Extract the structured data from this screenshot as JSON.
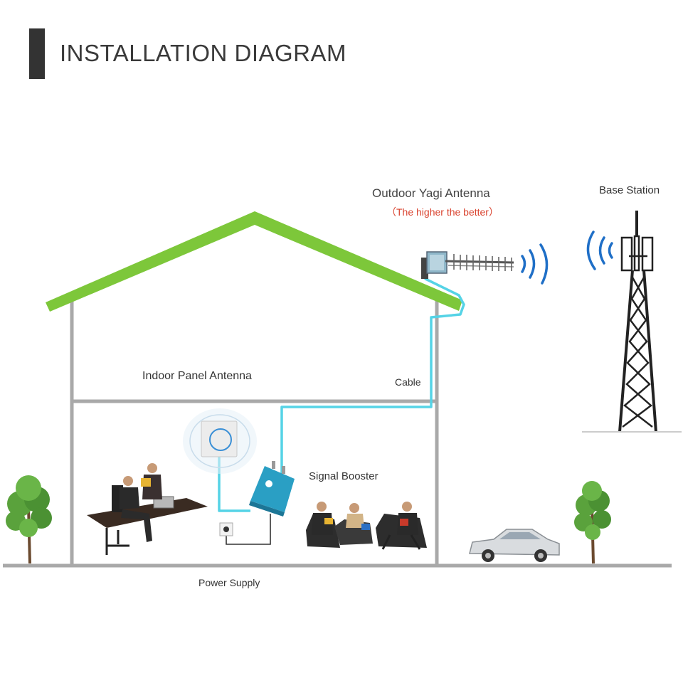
{
  "header": {
    "title": "INSTALLATION DIAGRAM"
  },
  "labels": {
    "outdoor_antenna": "Outdoor Yagi Antenna",
    "outdoor_antenna_note": "（The higher the better）",
    "base_station": "Base Station",
    "indoor_antenna": "Indoor Panel Antenna",
    "cable": "Cable",
    "signal_booster": "Signal Booster",
    "power_supply": "Power Supply"
  },
  "colors": {
    "roof": "#7dc73a",
    "walls": "#a9a9a9",
    "cable": "#55d3e6",
    "signal_waves": "#1f6fc7",
    "booster": "#2a9fc4",
    "note_text": "#d9432f",
    "header_bar": "#333333"
  }
}
